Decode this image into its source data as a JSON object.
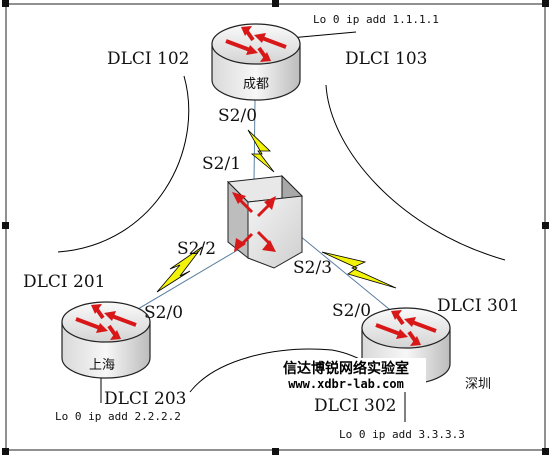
{
  "routers": {
    "chengdu": {
      "name": "成都",
      "loopback": "Lo 0 ip add 1.1.1.1",
      "interface": "S2/0"
    },
    "shanghai": {
      "name": "上海",
      "loopback": "Lo 0 ip add 2.2.2.2",
      "interface": "S2/0"
    },
    "shenzhen": {
      "name": "深圳",
      "loopback": "Lo 0 ip add 3.3.3.3",
      "interface": "S2/0"
    }
  },
  "switch": {
    "ports": {
      "to_chengdu": "S2/1",
      "to_shanghai": "S2/2",
      "to_shenzhen": "S2/3"
    }
  },
  "dlci": {
    "d102": "DLCI 102",
    "d103": "DLCI 103",
    "d201": "DLCI 201",
    "d203": "DLCI 203",
    "d301": "DLCI 301",
    "d302": "DLCI 302"
  },
  "watermark": {
    "brand": "信达博锐网络实验室",
    "url": "www.xdbr-lab.com"
  },
  "colors": {
    "router_arrow": "#d81818",
    "serial_link": "#f2f20a",
    "link_outline": "#000000"
  }
}
